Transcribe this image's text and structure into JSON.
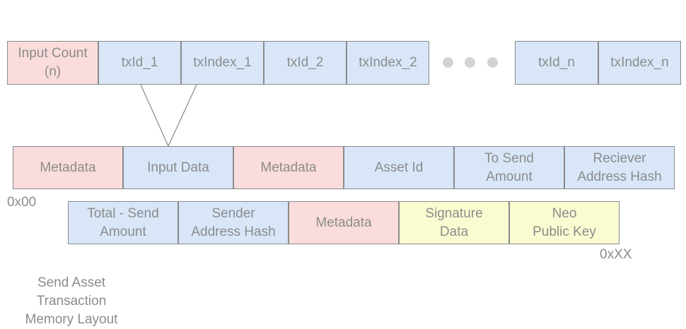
{
  "top_row": {
    "cells": [
      {
        "label": "Input Count\n(n)",
        "color": "pink"
      },
      {
        "label": "txId_1",
        "color": "blue"
      },
      {
        "label": "txIndex_1",
        "color": "blue"
      },
      {
        "label": "txId_2",
        "color": "blue"
      },
      {
        "label": "txIndex_2",
        "color": "blue"
      },
      {
        "label": "txId_n",
        "color": "blue"
      },
      {
        "label": "txIndex_n",
        "color": "blue"
      }
    ]
  },
  "middle_row": {
    "cells": [
      {
        "label": "Metadata",
        "color": "pink"
      },
      {
        "label": "Input Data",
        "color": "blue"
      },
      {
        "label": "Metadata",
        "color": "pink"
      },
      {
        "label": "Asset Id",
        "color": "blue"
      },
      {
        "label": "To Send\nAmount",
        "color": "blue"
      },
      {
        "label": "Reciever\nAddress Hash",
        "color": "blue"
      }
    ]
  },
  "bottom_row": {
    "cells": [
      {
        "label": "Total - Send\nAmount",
        "color": "blue"
      },
      {
        "label": "Sender\nAddress Hash",
        "color": "blue"
      },
      {
        "label": "Metadata",
        "color": "pink"
      },
      {
        "label": "Signature\nData",
        "color": "yellow"
      },
      {
        "label": "Neo\nPublic Key",
        "color": "yellow"
      }
    ]
  },
  "markers": {
    "start_address": "0x00",
    "end_address": "0xXX"
  },
  "caption": "Send Asset\nTransaction\nMemory Layout",
  "colors": {
    "pink": "#fadcdc",
    "blue": "#d8e6f8",
    "yellow": "#fbfbd2",
    "border": "#8a8a8a",
    "text": "#8c8c8c",
    "ellipsis_dot": "#d3d3d3"
  }
}
